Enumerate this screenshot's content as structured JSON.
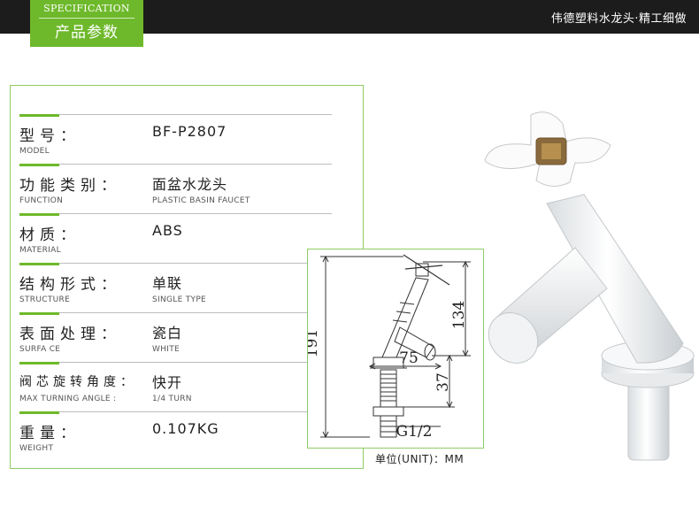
{
  "header": {
    "badge_en": "SPECIFICATION",
    "badge_zh": "产品参数",
    "tagline": "伟德塑料水龙头·精工细做"
  },
  "specs": [
    {
      "label": "型号：",
      "sub": "MODEL",
      "value": "BF-P2807",
      "value_sub": ""
    },
    {
      "label": "功能类别：",
      "sub": "FUNCTION",
      "value": "面盆水龙头",
      "value_sub": "PLASTIC BASIN FAUCET"
    },
    {
      "label": "材质：",
      "sub": "MATERIAL",
      "value": "ABS",
      "value_sub": ""
    },
    {
      "label": "结构形式：",
      "sub": "STRUCTURE",
      "value": "单联",
      "value_sub": "SINGLE TYPE"
    },
    {
      "label": "表面处理：",
      "sub": "SURFA CE",
      "value": "瓷白",
      "value_sub": "WHITE"
    },
    {
      "label": "阀芯旋转角度：",
      "sub": "MAX TURNING ANGLE :",
      "value": "快开",
      "value_sub": "1/4 TURN"
    },
    {
      "label": "重量：",
      "sub": "WEIGHT",
      "value": "0.107KG",
      "value_sub": ""
    }
  ],
  "drawing": {
    "dim_total_height": "191",
    "dim_spout_height": "134",
    "dim_spout_reach": "75",
    "dim_thread_length": "37",
    "dim_thread": "G1/2",
    "unit_note": "单位(UNIT)：MM"
  },
  "colors": {
    "accent": "#6eb92b",
    "frame": "#8fcb63",
    "header_bg": "#1c1c1c"
  }
}
